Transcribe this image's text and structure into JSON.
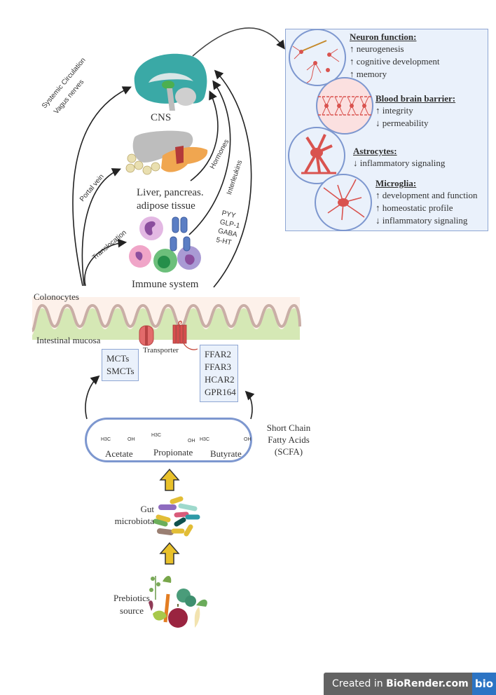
{
  "diagram": {
    "organs": {
      "cns_label": "CNS",
      "liver_label_line1": "Liver, pancreas.",
      "liver_label_line2": "adipose tissue",
      "immune_label": "Immune system"
    },
    "pathways": {
      "systemic_circulation": "Systemic Circulation",
      "vagus_nerves": "Vagus nerves",
      "portal_vein": "Portal vein",
      "translocation": "Translocation",
      "hormones": "Hormones",
      "interleukins": "Interleukins",
      "signals": [
        "PYY",
        "GLP-1",
        "GABA",
        "5-HT"
      ]
    },
    "cns_effects": {
      "neuron_function": {
        "title": "Neuron function:",
        "items": [
          {
            "dir": "↑",
            "text": "neurogenesis"
          },
          {
            "dir": "↑",
            "text": "cognitive development"
          },
          {
            "dir": "↑",
            "text": "memory"
          }
        ]
      },
      "bbb": {
        "title": "Blood brain barrier:",
        "items": [
          {
            "dir": "↑",
            "text": "integrity"
          },
          {
            "dir": "↓",
            "text": "permeability"
          }
        ]
      },
      "astrocytes": {
        "title": "Astrocytes:",
        "items": [
          {
            "dir": "↓",
            "text": "inflammatory signaling"
          }
        ]
      },
      "microglia": {
        "title": "Microglia:",
        "items": [
          {
            "dir": "↑",
            "text": "development and function"
          },
          {
            "dir": "↑",
            "text": "homeostatic profile"
          },
          {
            "dir": "↓",
            "text": "inflammatory signaling"
          }
        ]
      }
    },
    "gut": {
      "colonocytes": "Colonocytes",
      "mucosa": "Intestinal mucosa",
      "transporter": "Transporter",
      "transporters_box": [
        "MCTs",
        "SMCTs"
      ],
      "receptors_box": [
        "FFAR2",
        "FFAR3",
        "HCAR2",
        "GPR164"
      ]
    },
    "scfa": {
      "acids": [
        {
          "name": "Acetate",
          "formula_left": "H3C",
          "formula_right": "OH"
        },
        {
          "name": "Propionate",
          "formula_left": "H3C",
          "formula_right": "OH"
        },
        {
          "name": "Butyrate",
          "formula_left": "H3C",
          "formula_right": "OH"
        }
      ],
      "label_line1": "Short Chain",
      "label_line2": "Fatty Acids",
      "label_line3": "(SCFA)"
    },
    "microbiota_line1": "Gut",
    "microbiota_line2": "microbiota",
    "prebiotics_line1": "Prebiotics",
    "prebiotics_line2": "source",
    "colors": {
      "panel_bg": "#eaf1fb",
      "panel_border": "#8fa6d3",
      "neuron_red": "#d9534f",
      "brain_teal": "#3aa9a6",
      "yellow_arrow": "#e9c12a"
    }
  },
  "footer": {
    "created_in": "Created in ",
    "brand": "BioRender.com",
    "logo": "bio"
  }
}
